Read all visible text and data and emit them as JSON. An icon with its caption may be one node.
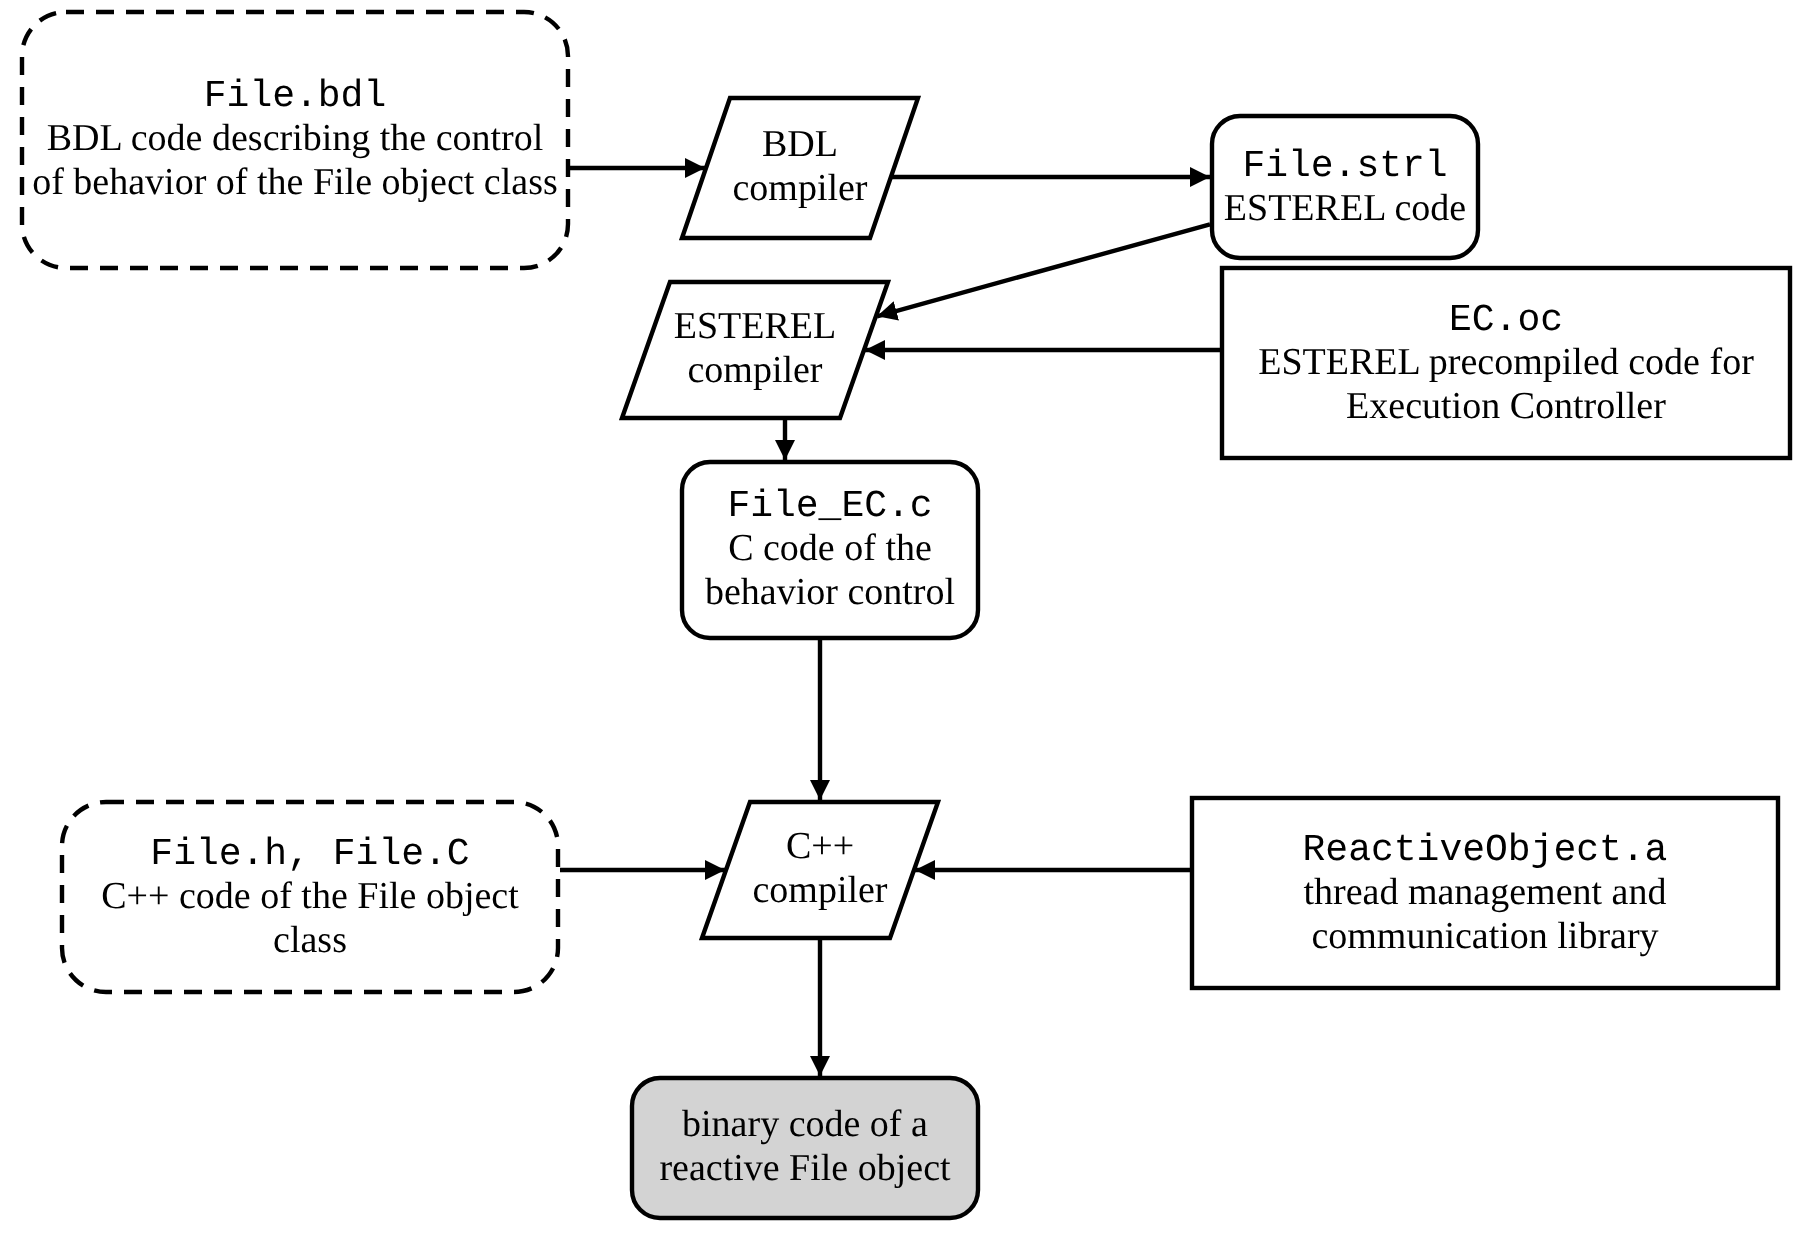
{
  "diagram": {
    "nodes": [
      {
        "text": [
          "File.bdl",
          "BDL code describing the control of behavior of the File object class"
        ]
      },
      {
        "text": [
          "BDL compiler"
        ]
      },
      {
        "text": [
          "File.strl",
          "ESTEREL code"
        ]
      },
      {
        "text": [
          "ESTEREL compiler"
        ]
      },
      {
        "text": [
          "EC.oc",
          "ESTEREL precompiled code for Execution Controller"
        ]
      },
      {
        "text": [
          "File_EC.c",
          "C code of the behavior control"
        ]
      },
      {
        "text": [
          "File.h, File.C",
          "C++ code of the File object class"
        ]
      },
      {
        "text": [
          "C++ compiler"
        ]
      },
      {
        "text": [
          "ReactiveObject.a",
          "thread management and communication library"
        ]
      },
      {
        "text": [
          "binary code of a reactive File object"
        ]
      }
    ],
    "edges": [
      {
        "from": 0,
        "to": 1,
        "arrow": "to"
      },
      {
        "from": 1,
        "to": 2,
        "arrow": "to"
      },
      {
        "from": 2,
        "to": 3,
        "arrow": "to"
      },
      {
        "from": 4,
        "to": 3,
        "arrow": "to"
      },
      {
        "from": 3,
        "to": 5,
        "arrow": "to"
      },
      {
        "from": 5,
        "to": 7,
        "arrow": "to"
      },
      {
        "from": 6,
        "to": 7,
        "arrow": "to"
      },
      {
        "from": 8,
        "to": 7,
        "arrow": "to"
      },
      {
        "from": 7,
        "to": 9,
        "arrow": "to"
      }
    ]
  }
}
